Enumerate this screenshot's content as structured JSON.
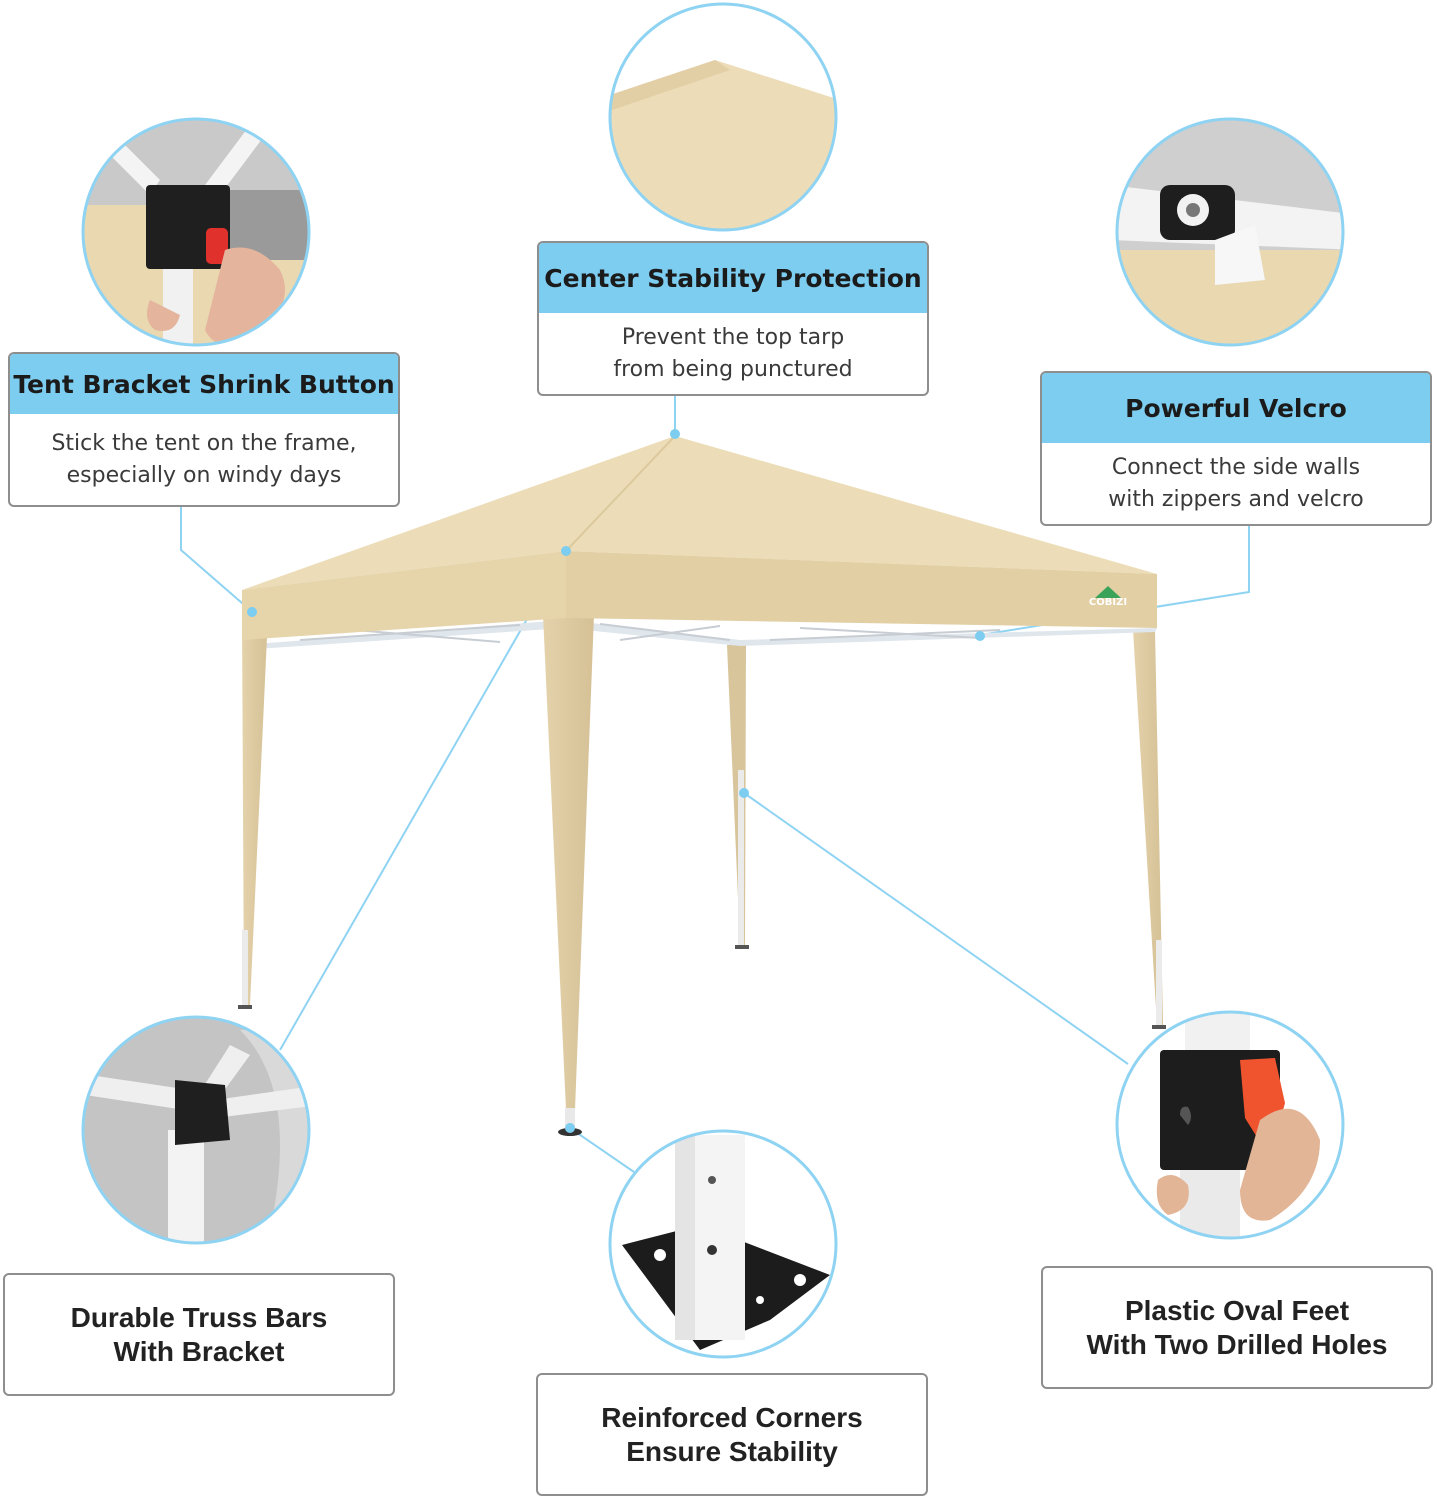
{
  "brand_logo": "COBIZI",
  "colors": {
    "accent": "#7ccdf0",
    "canopy": "#ecdcb7",
    "border": "#8e8e8e",
    "leader": "#8fd3f3"
  },
  "features": {
    "tent_bracket": {
      "title": "Tent Bracket Shrink Button",
      "line1": "Stick the tent on the frame,",
      "line2": "especially on windy days"
    },
    "center_stability": {
      "title": "Center Stability Protection",
      "line1": "Prevent the top tarp",
      "line2": "from being punctured"
    },
    "velcro": {
      "title": "Powerful Velcro",
      "line1": "Connect the side walls",
      "line2": "with zippers and velcro"
    },
    "truss_bars": {
      "line1": "Durable Truss Bars",
      "line2": "With Bracket"
    },
    "corners": {
      "line1": "Reinforced Corners",
      "line2": "Ensure Stability"
    },
    "feet": {
      "line1": "Plastic Oval Feet",
      "line2": "With Two Drilled Holes"
    }
  }
}
